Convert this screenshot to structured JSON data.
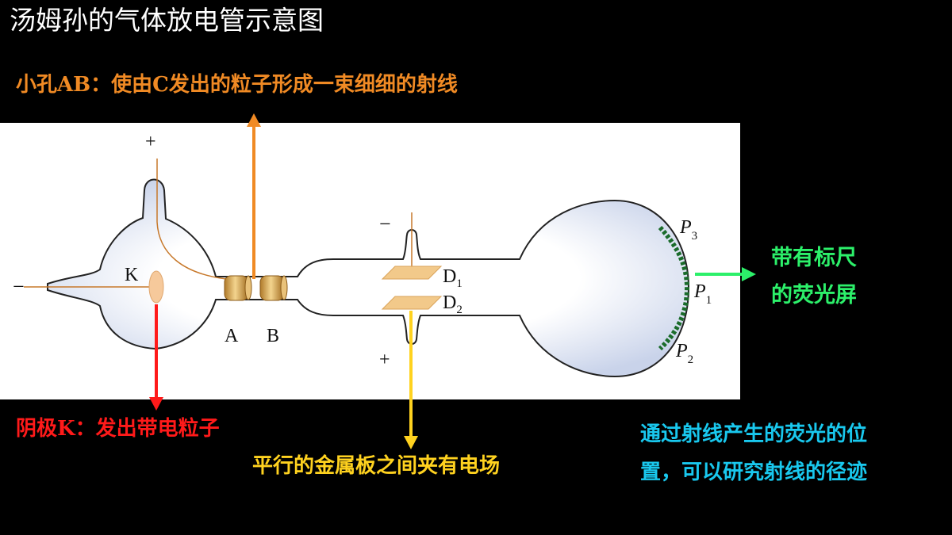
{
  "title": "汤姆孙的气体放电管示意图",
  "annotations": {
    "aperture": "小孔AB：使由C发出的粒子形成一束细细的射线",
    "cathode": "阴极K：发出带电粒子",
    "plates": "平行的金属板之间夹有电场",
    "screen_line1": "带有标尺",
    "screen_line2": "的荧光屏",
    "trace_line1": "通过射线产生的荧光的位",
    "trace_line2": "置，可以研究射线的径迹"
  },
  "diagram_labels": {
    "cathode_K": "K",
    "anode_A": "A",
    "anode_B": "B",
    "plate_D1": "D",
    "plate_D1_sub": "1",
    "plate_D2": "D",
    "plate_D2_sub": "2",
    "P1": "P",
    "P1_sub": "1",
    "P2": "P",
    "P2_sub": "2",
    "P3": "P",
    "P3_sub": "3",
    "plus_top": "+",
    "minus_left": "−",
    "minus_plate": "−",
    "plus_plate": "+"
  },
  "colors": {
    "aperture_arrow": "#f08a24",
    "cathode_arrow": "#ff1a1a",
    "plates_arrow": "#ffd21f",
    "screen_arrow": "#2cf06a",
    "trace_text": "#19c8ee"
  }
}
